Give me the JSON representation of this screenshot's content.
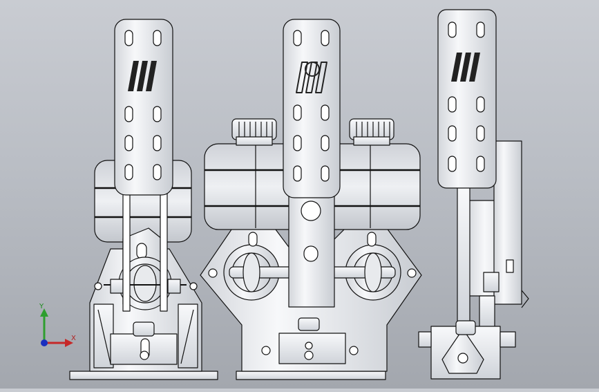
{
  "viewport": {
    "view": "cad-3d-model-view",
    "subject": "three-pedal-assembly"
  },
  "triad": {
    "x_label": "X",
    "y_label": "Y",
    "colors": {
      "x": "#c62828",
      "y": "#2e9e2e",
      "z": "#1a2fbf"
    }
  },
  "colors": {
    "background_top": "#c9ccd2",
    "background_bottom": "#a3a7ae",
    "part_fill": "#f3f4f6",
    "part_shade": "#d6d9de",
    "line": "#111111"
  }
}
